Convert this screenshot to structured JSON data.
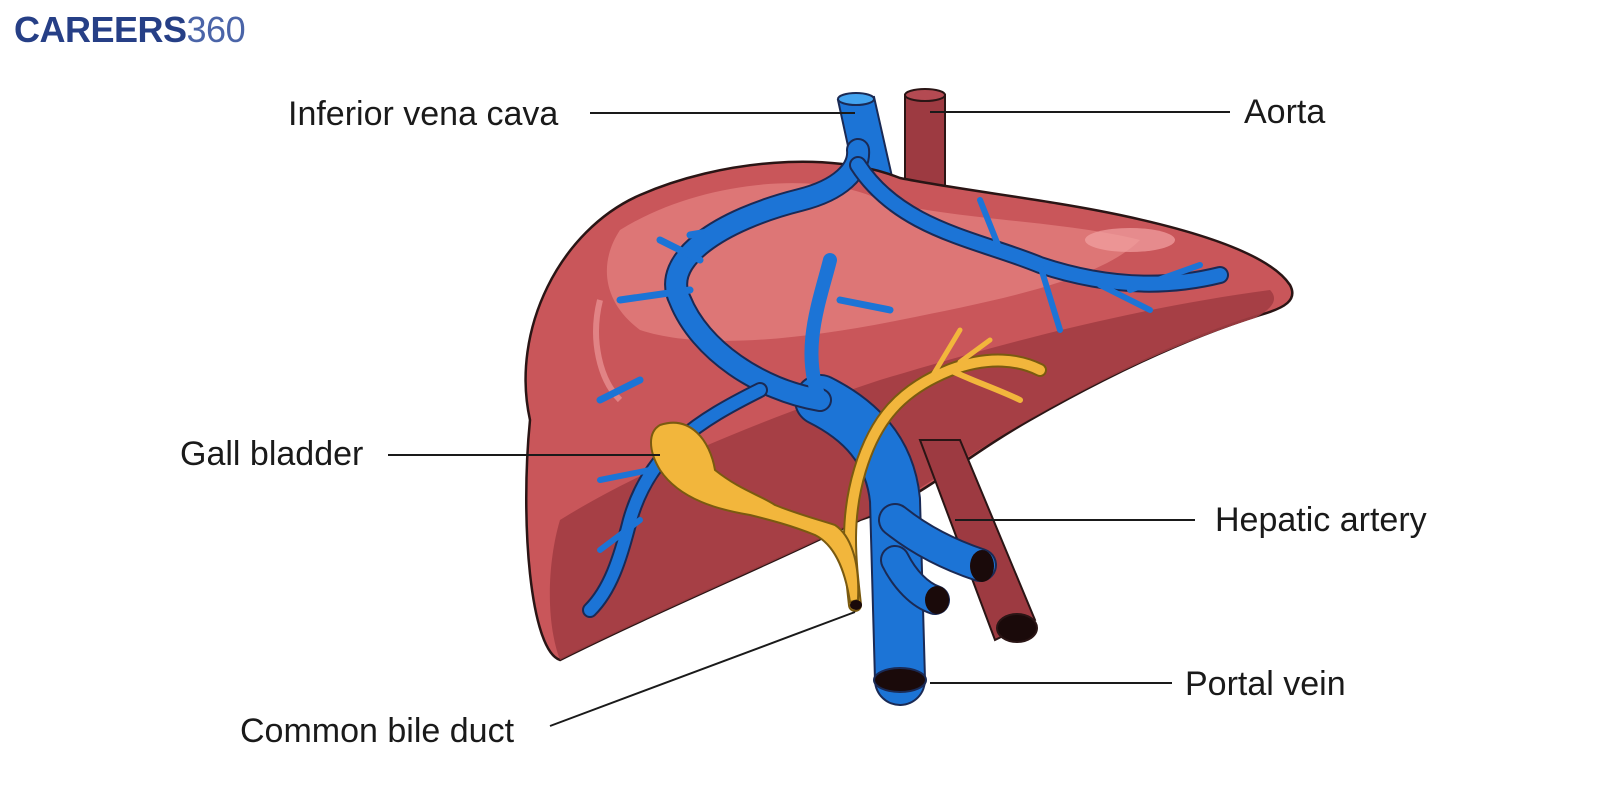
{
  "logo": {
    "brand": "CAREERS",
    "number": "360"
  },
  "labels": {
    "ivc": "Inferior vena cava",
    "aorta": "Aorta",
    "gall_bladder": "Gall bladder",
    "hepatic_artery": "Hepatic artery",
    "portal_vein": "Portal vein",
    "bile_duct": "Common bile duct"
  },
  "colors": {
    "liver": "#c9565a",
    "liver_light": "#e07b7b",
    "liver_dark": "#9a3538",
    "vein": "#1c74d6",
    "vein_light": "#43a4f0",
    "artery": "#9d3a41",
    "gall_bladder": "#f2b63c",
    "outline": "#2a1515"
  }
}
